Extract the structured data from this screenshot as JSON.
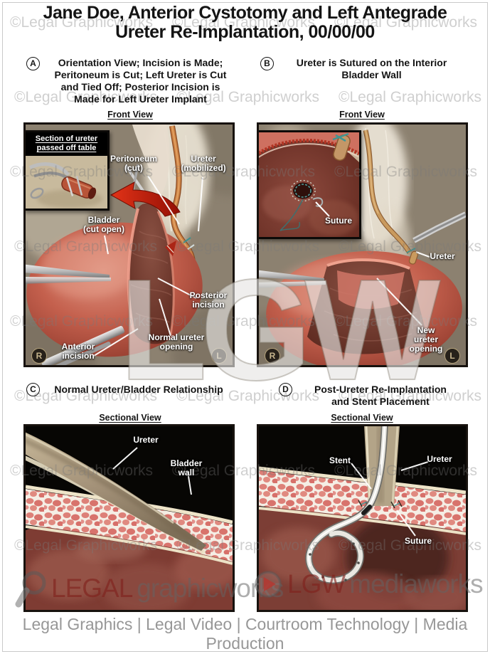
{
  "page": {
    "title": "Jane Doe, Anterior Cystotomy and Left Antegrade\nUreter Re-Implantation, 00/00/00",
    "footer_services": "Legal Graphics | Legal Video | Courtroom Technology | Media Production"
  },
  "watermarks": {
    "copyright": "©Legal Graphicworks",
    "big": "LGW",
    "logo_left": {
      "brand": "LEGAL",
      "suffix": "graphicworks",
      "icon": "magnifier-icon"
    },
    "logo_right": {
      "brand": "LGW",
      "suffix": "mediaworks",
      "icon": "play-icon"
    }
  },
  "panels": {
    "a": {
      "letter": "A",
      "heading": "Orientation View; Incision is Made;\nPeritoneum is Cut; Left Ureter is Cut\nand Tied Off; Posterior Incision is\nMade for Left Ureter Implant",
      "view": "Front View",
      "inset_caption": "Section of ureter\npassed off table",
      "labels": {
        "peritoneum": "Peritoneum\n(cut)",
        "ureter": "Ureter\n(mobilized)",
        "bladder": "Bladder\n(cut open)",
        "posterior": "Posterior\nincision",
        "normal_opening": "Normal ureter\nopening",
        "anterior": "Anterior\nincision"
      },
      "marker_left": "R",
      "marker_right": "L"
    },
    "b": {
      "letter": "B",
      "heading": "Ureter is Sutured on the Interior\nBladder Wall",
      "view": "Front View",
      "labels": {
        "suture": "Suture",
        "ureter": "Ureter",
        "new_opening": "New ureter\nopening"
      },
      "marker_left": "R",
      "marker_right": "L"
    },
    "c": {
      "letter": "C",
      "heading": "Normal Ureter/Bladder Relationship",
      "view": "Sectional View",
      "labels": {
        "ureter": "Ureter",
        "bladder_wall": "Bladder wall"
      }
    },
    "d": {
      "letter": "D",
      "heading": "Post-Ureter Re-Implantation\nand Stent Placement",
      "view": "Sectional View",
      "labels": {
        "stent": "Stent",
        "ureter": "Ureter",
        "suture": "Suture"
      }
    }
  },
  "colors": {
    "panel_background": "#8c8170",
    "bladder": "#c4604d",
    "bladder_interior": "#5f2b22",
    "bladder_wall_pink": "#dd8078",
    "ureter_orange": "#cb8245",
    "ureter_tan": "#a99878",
    "suture_teal": "#4f9d9b",
    "arrow_red": "#cc2a17",
    "watermark_gray": "#7a7a7a",
    "logo_red": "#80211c"
  }
}
